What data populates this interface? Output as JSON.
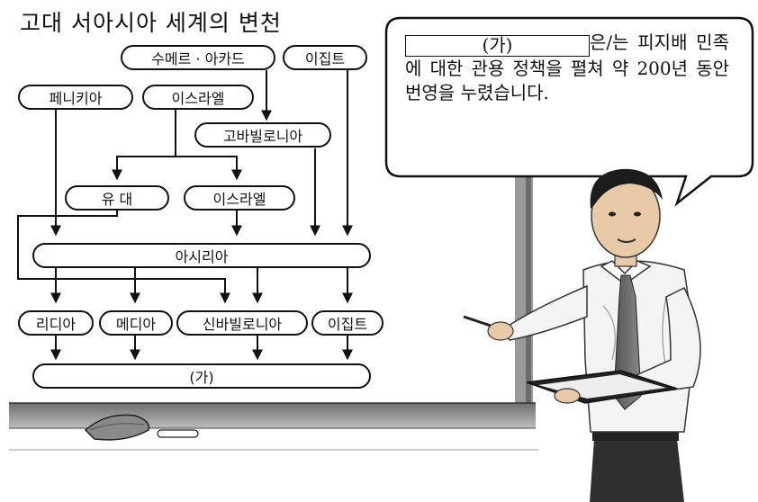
{
  "title": "고대 서아시아 세계의 변천",
  "nodes": {
    "sumer_akkad": "수메르 · 아카드",
    "egypt_top": "이집트",
    "phoenicia": "페니키아",
    "israel_top": "이스라엘",
    "old_babylonia": "고바빌로니아",
    "judah": "유 대",
    "israel_mid": "이스라엘",
    "assyria": "아시리아",
    "lydia": "리디아",
    "media": "메디아",
    "neo_babylonia": "신바빌로니아",
    "egypt_bottom": "이집트",
    "ga": "(가)"
  },
  "speech": {
    "blank": "(가)",
    "text": "은/는 피지배 민족에 대한 관용 정책을 펼쳐 약 200년 동안 번영을 누렸습니다."
  }
}
